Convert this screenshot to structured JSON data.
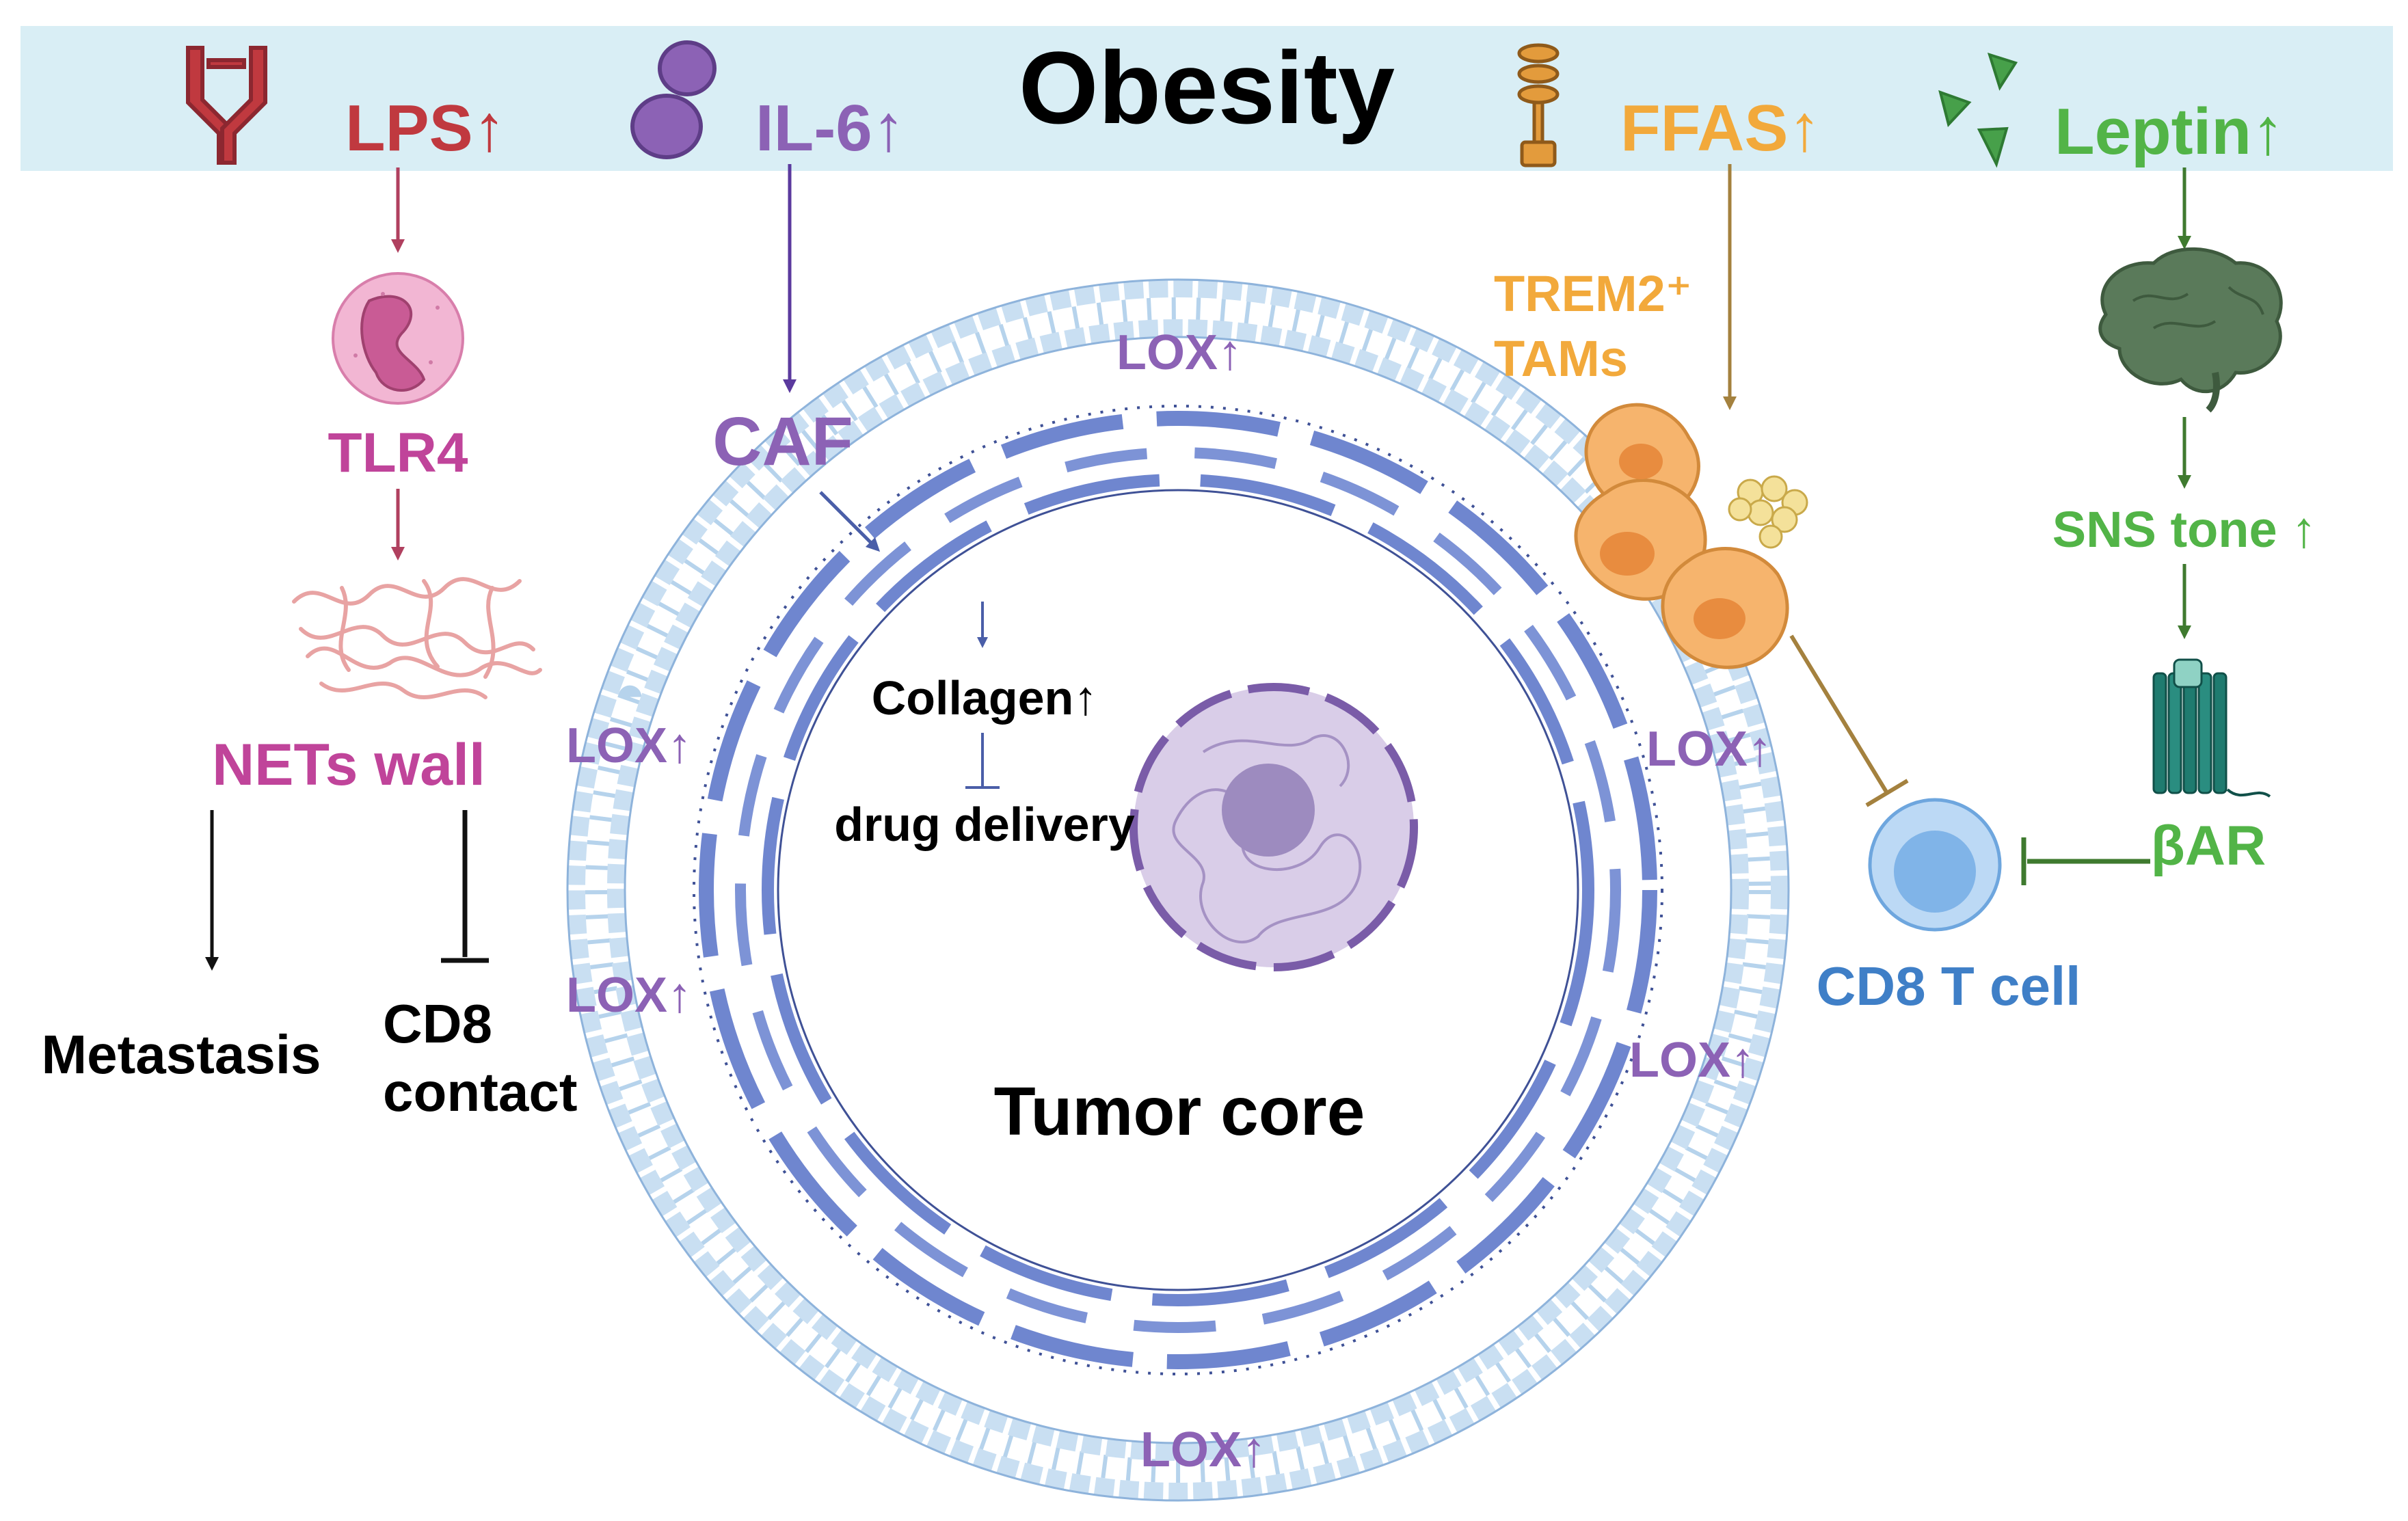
{
  "header": {
    "title": "Obesity",
    "lps": "LPS↑",
    "il6": "IL-6↑",
    "ffas": "FFAS↑",
    "leptin": "Leptin↑"
  },
  "left_pathway": {
    "tlr4": "TLR4",
    "nets_wall": "NETs wall",
    "metastasis": "Metastasis",
    "cd8_contact_line1": "CD8",
    "cd8_contact_line2": "contact"
  },
  "center": {
    "caf": "CAF",
    "collagen": "Collagen↑",
    "drug_delivery": "drug delivery",
    "tumor_core": "Tumor core",
    "lox_top": "LOX↑",
    "lox_left_upper": "LOX↑",
    "lox_left_lower": "LOX↑",
    "lox_right_upper": "LOX↑",
    "lox_right_lower": "LOX↑",
    "lox_bottom": "LOX↑"
  },
  "tams": {
    "line1": "TREM2⁺",
    "line2": "TAMs"
  },
  "right_pathway": {
    "sns_tone": "SNS tone ↑",
    "bar": "βAR",
    "cd8_t_cell": "CD8 T cell"
  },
  "colors": {
    "banner": "#d9eef5",
    "lps": "#c0393f",
    "il6": "#8c62b5",
    "ffas": "#f2a93b",
    "leptin": "#52b447",
    "tlr4": "#c0449a",
    "membrane": "#b6d3ec",
    "reticulum": "#6f86cf",
    "nucleus": "#c7b6da",
    "cd8": "#3f7fc7"
  },
  "icons": [
    "antibody-icon",
    "cytokine-icon",
    "fatty-acid-icon",
    "leptin-icon",
    "neutrophil-icon",
    "nets-icon",
    "brain-icon",
    "receptor-icon",
    "macrophage-icon",
    "t-cell-icon",
    "nucleus-icon"
  ]
}
